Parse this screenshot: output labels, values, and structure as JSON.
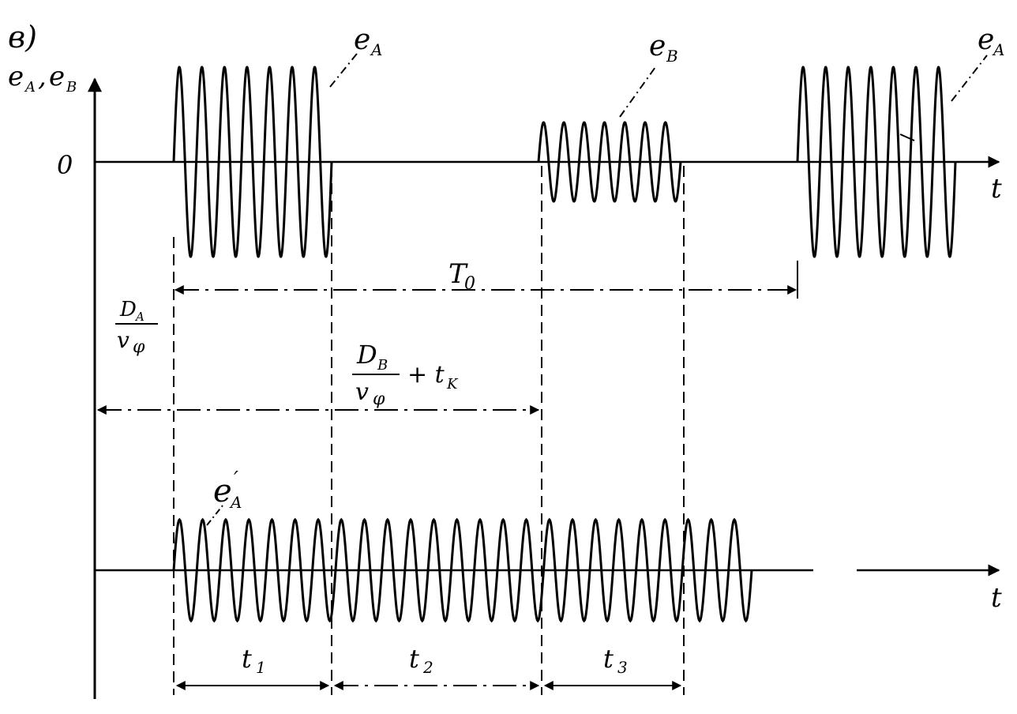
{
  "figure": {
    "panel_label": "в)",
    "y_axis_label": "e",
    "y_axis_sub_a": "A",
    "y_axis_sep": ",",
    "y_axis_sub_b": "B",
    "zero_label": "0",
    "t_axis_label_top": "t",
    "t_axis_label_bottom": "t"
  },
  "signals": {
    "eA_main": "e",
    "eA_sub": "A",
    "eB_main": "e",
    "eB_sub": "B",
    "eA_right_main": "e",
    "eA_right_sub": "A",
    "eA_prime_main": "e",
    "eA_prime_sub": "A",
    "eA_prime_mark": "′"
  },
  "intervals": {
    "T0_main": "T",
    "T0_sub": "0",
    "DA_num_main": "D",
    "DA_num_sub": "A",
    "DA_den_main": "v",
    "DA_den_sub": "φ",
    "DB_num_main": "D",
    "DB_num_sub": "B",
    "DB_den_main": "v",
    "DB_den_sub": "φ",
    "DB_plus": "+ t",
    "DB_plus_sub": "K",
    "t1_main": "t",
    "t1_sub": "1",
    "t2_main": "t",
    "t2_sub": "2",
    "t3_main": "t",
    "t3_sub": "3"
  }
}
